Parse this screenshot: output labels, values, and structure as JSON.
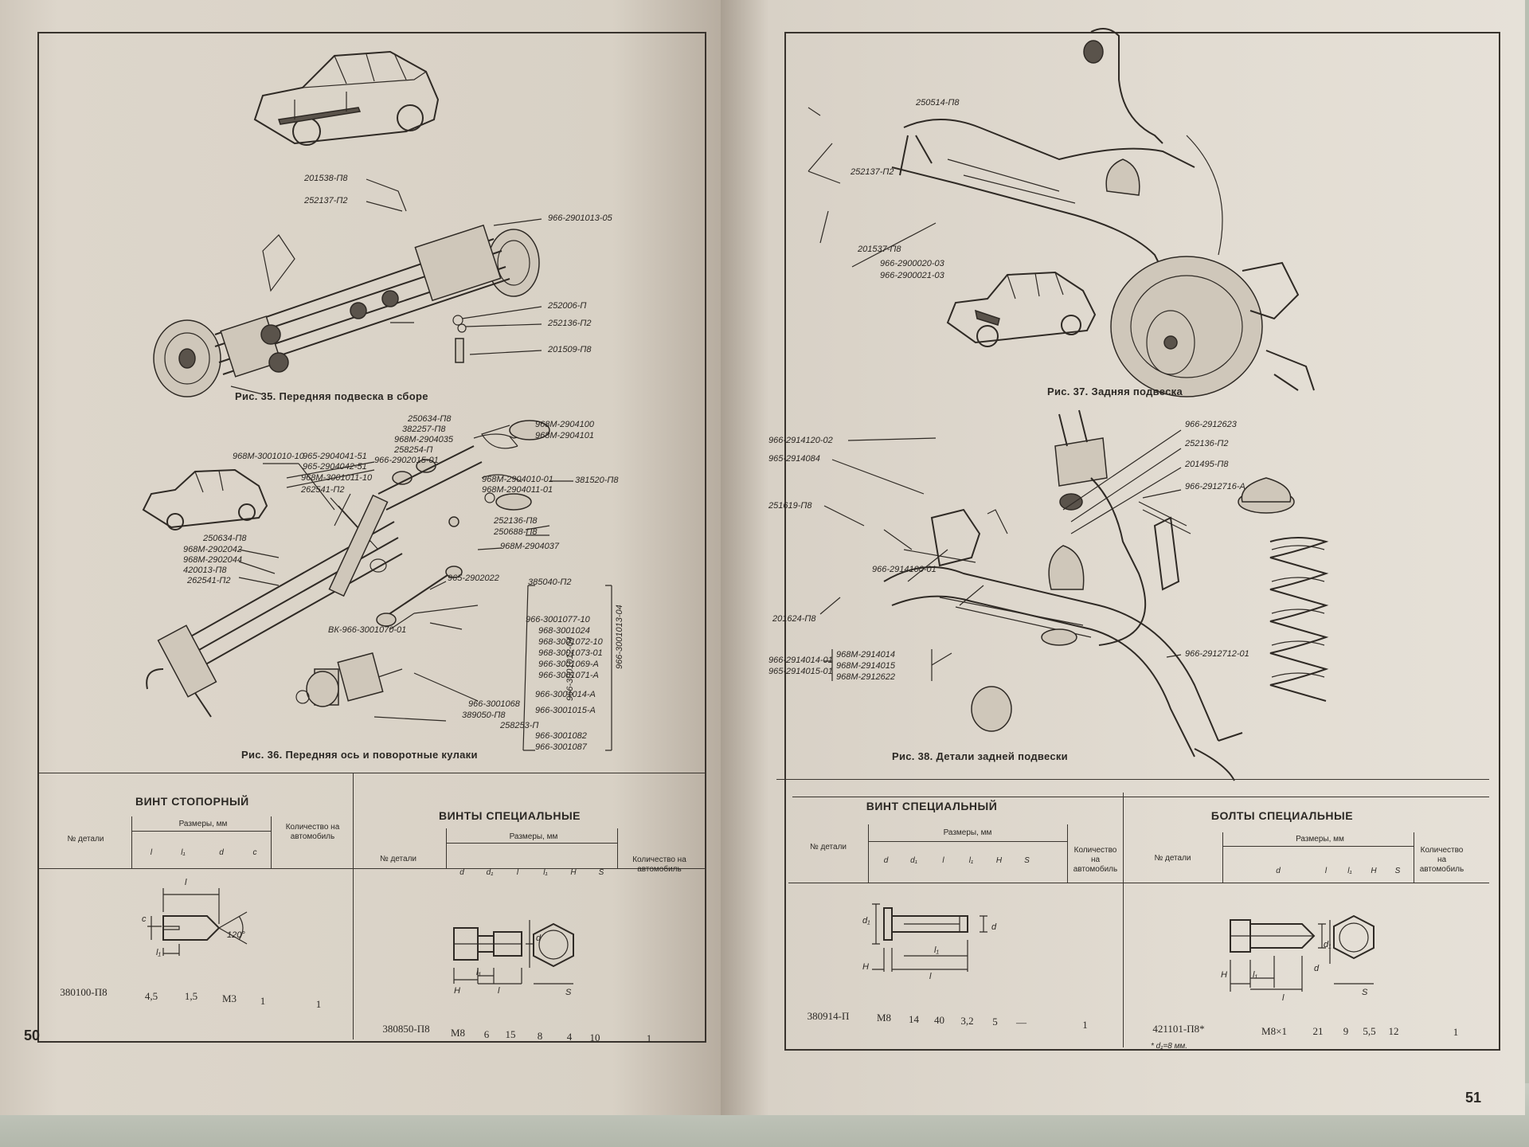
{
  "left_page": {
    "page_number": "50",
    "fig35": {
      "caption": "Рис. 35. Передняя подвеска в сборе",
      "labels": [
        "201538-П8",
        "252137-П2",
        "966-2901013-05",
        "252006-П",
        "252136-П2",
        "201509-П8"
      ]
    },
    "fig36": {
      "caption": "Рис. 36. Передняя ось и поворотные кулаки",
      "labels": [
        "250634-П8",
        "382257-П8",
        "968М-2904035",
        "258254-П",
        "966-2902015-01",
        "968М-2904100",
        "968М-2904101",
        "968М-3001010-10",
        "965-2904041-51",
        "965-2904042-51",
        "968М-3001011-10",
        "262541-П2",
        "968М-2904010-01",
        "968М-2904011-01",
        "381520-П8",
        "252136-П8",
        "250688-П8",
        "968М-2904037",
        "250634-П8",
        "968М-2902042",
        "968М-2902044",
        "420013-П8",
        "262541-П2",
        "965-2902022",
        "385040-П2",
        "ВК-966-3001070-01",
        "966-3001077-10",
        "968-3001024",
        "968-3001072-10",
        "968-3001073-01",
        "966-3001069-А",
        "966-3001071-А",
        "966-3001014-А",
        "966-3001068",
        "389050-П8",
        "966-3001015-А",
        "258253-П",
        "966-3001082",
        "966-3001087",
        "966-3001012-04",
        "966-3001013-04"
      ]
    },
    "table1": {
      "title": "ВИНТ СТОПОРНЫЙ",
      "col_part": "№ детали",
      "col_sizes": "Размеры, мм",
      "col_qty": "Количество на автомобиль",
      "sub": [
        "l",
        "l₁",
        "d",
        "c"
      ],
      "dims": [
        "l",
        "l₁",
        "c",
        "120°"
      ],
      "row": {
        "part": "380100-П8",
        "values": [
          "4,5",
          "1,5",
          "М3",
          "1"
        ],
        "qty": "1"
      }
    },
    "table2": {
      "title": "ВИНТЫ СПЕЦИАЛЬНЫЕ",
      "col_part": "№ детали",
      "col_sizes": "Размеры, мм",
      "col_qty": "Количество на автомобиль",
      "sub": [
        "d",
        "d₁",
        "l",
        "l₁",
        "H",
        "S"
      ],
      "dims": [
        "d",
        "l₁",
        "H",
        "l",
        "S"
      ],
      "row": {
        "part": "380850-П8",
        "values": [
          "М8",
          "6",
          "15",
          "8",
          "4",
          "10"
        ],
        "qty": "1"
      }
    }
  },
  "right_page": {
    "page_number": "51",
    "fig37": {
      "caption": "Рис. 37. Задняя подвеска",
      "labels": [
        "250514-П8",
        "252137-П2",
        "201537-П8",
        "966-2900020-03",
        "966-2900021-03"
      ]
    },
    "fig38": {
      "caption": "Рис. 38. Детали задней подвески",
      "labels": [
        "966-2914120-02",
        "965-2914084",
        "251619-П8",
        "966-2914100-01",
        "201624-П8",
        "966-2914014-01",
        "965-2914015-01",
        "968М-2914014",
        "968М-2914015",
        "968М-2912622",
        "966-2912623",
        "252136-П2",
        "201495-П8",
        "966-2912716-А",
        "966-2912712-01"
      ]
    },
    "table3": {
      "title": "ВИНТ СПЕЦИАЛЬНЫЙ",
      "col_part": "№ детали",
      "col_sizes": "Размеры, мм",
      "col_qty": "Количество на автомобиль",
      "sub": [
        "d",
        "d₁",
        "l",
        "l₁",
        "H",
        "S"
      ],
      "dims": [
        "d₁",
        "d",
        "l₁",
        "H",
        "l"
      ],
      "row": {
        "part": "380914-П",
        "values": [
          "М8",
          "14",
          "40",
          "3,2",
          "5",
          "—"
        ],
        "qty": "1"
      }
    },
    "table4": {
      "title": "БОЛТЫ СПЕЦИАЛЬНЫЕ",
      "col_part": "№ детали",
      "col_sizes": "Размеры, мм",
      "col_qty": "Количество на автомобиль",
      "sub": [
        "d",
        "l",
        "l₁",
        "H",
        "S"
      ],
      "dims": [
        "d₁",
        "d",
        "H",
        "l₁",
        "l",
        "S"
      ],
      "row": {
        "part": "421101-П8*",
        "values": [
          "М8×1",
          "21",
          "9",
          "5,5",
          "12"
        ],
        "qty": "1"
      },
      "footnote": "* d₁=8 мм."
    }
  }
}
